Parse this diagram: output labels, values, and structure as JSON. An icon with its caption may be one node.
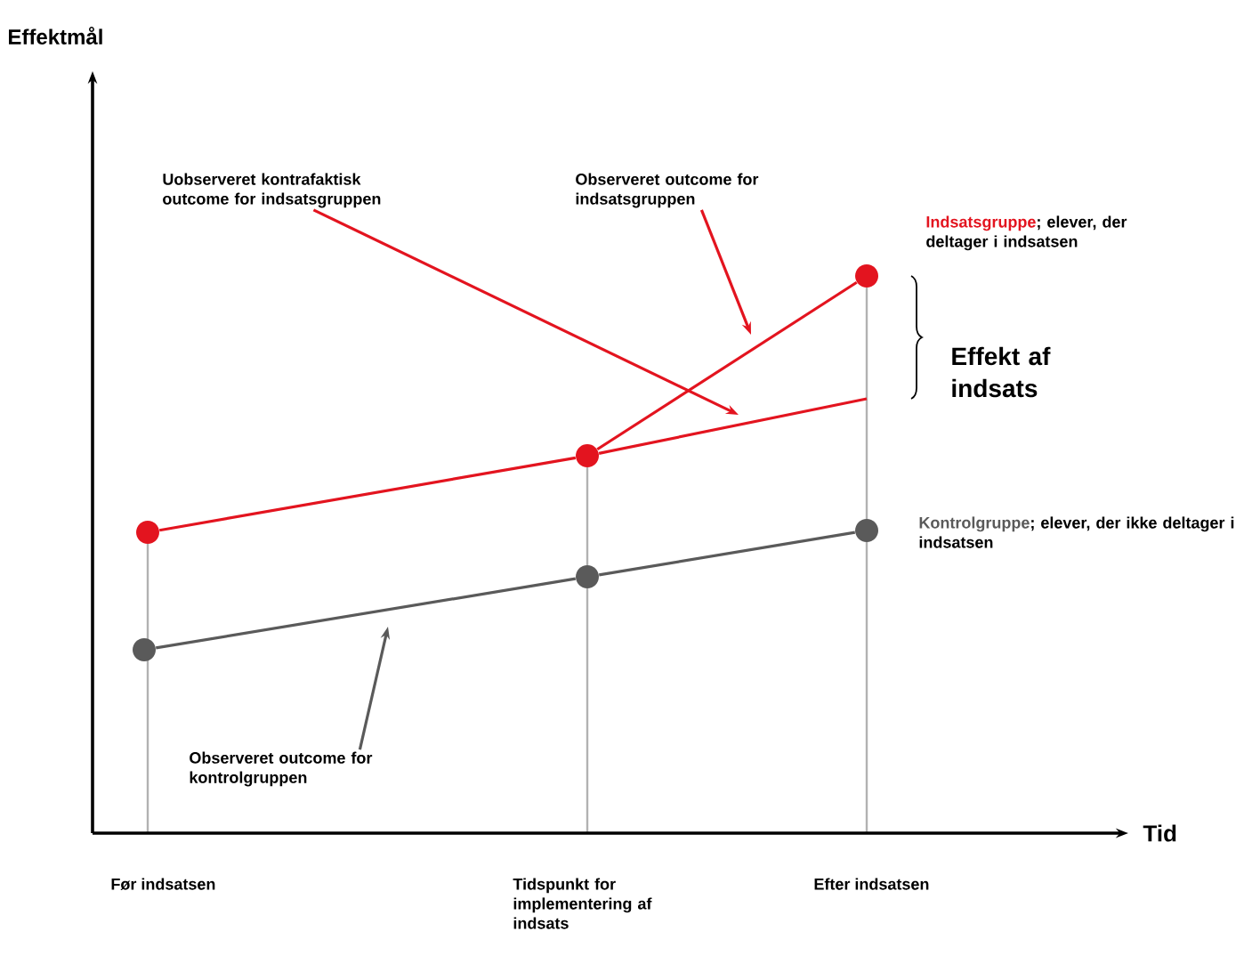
{
  "diagram": {
    "nodes": [
      {
        "text": [
          "Uobserveret kontrafaktisk outcome for indsatsgruppen"
        ]
      },
      {
        "text": [
          "Observeret outcome for indsatsgruppen"
        ]
      },
      {
        "text": [
          "Observeret outcome for kontrolgruppen"
        ]
      },
      {
        "text": [],
        "shape": "circle"
      },
      {
        "text": [],
        "shape": "circle"
      },
      {
        "text": [],
        "shape": "circle"
      },
      {
        "text": [],
        "shape": "circle"
      },
      {
        "text": [],
        "shape": "circle"
      },
      {
        "text": [],
        "shape": "circle"
      }
    ],
    "edges": [
      {
        "from": 3,
        "to": 4,
        "arrow": "none"
      },
      {
        "from": 4,
        "to": 5,
        "arrow": "none"
      },
      {
        "from": 4,
        "to": null,
        "arrow": "none"
      },
      {
        "from": 6,
        "to": 7,
        "arrow": "none",
        "color": "#5a5a5a"
      },
      {
        "from": 7,
        "to": 8,
        "arrow": "none",
        "color": "#5a5a5a"
      },
      {
        "from": 0,
        "to": null,
        "arrow": "to"
      },
      {
        "from": 1,
        "to": null,
        "arrow": "to"
      },
      {
        "from": 2,
        "to": null,
        "arrow": "to",
        "color": "#5a5a5a"
      }
    ],
    "labels": [
      "Effektmål",
      "Tid",
      "Indsatsgruppe",
      "; elever, der deltager i indsatsen",
      "Effekt af indsats",
      "Kontrolgruppe",
      "; elever, der ikke deltager i indsatsen",
      "Før indsatsen",
      "Tidspunkt for implementering af indsats",
      "Efter indsatsen"
    ]
  }
}
